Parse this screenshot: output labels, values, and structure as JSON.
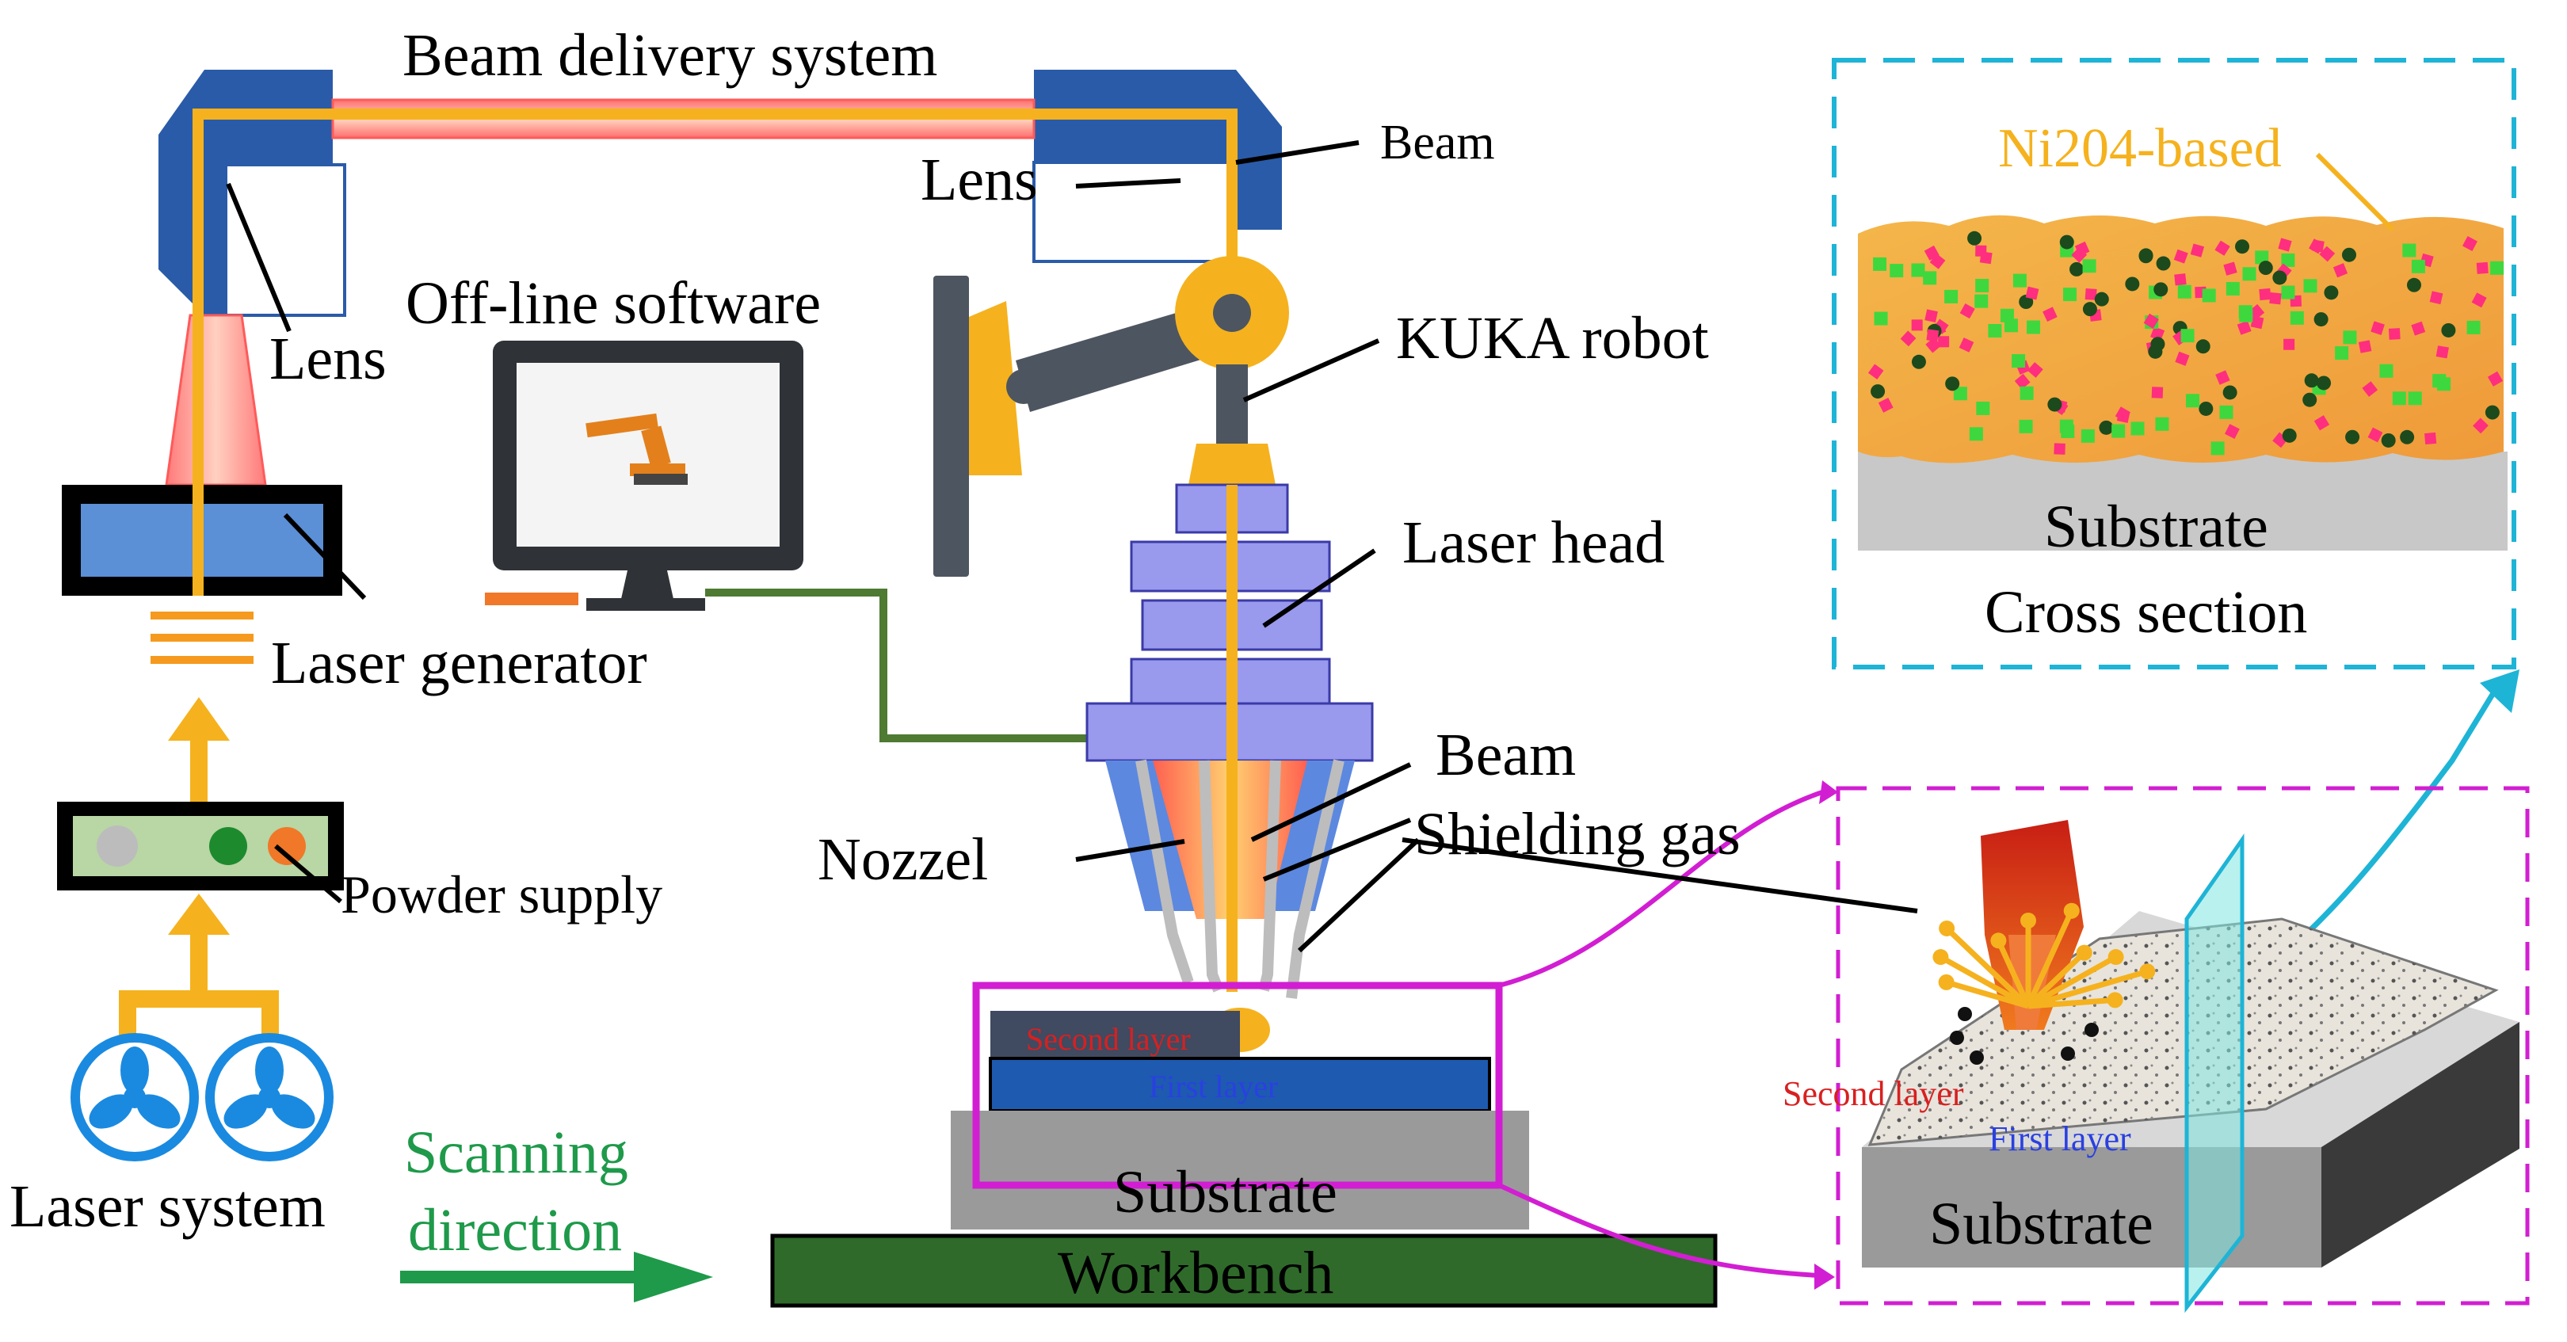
{
  "labels": {
    "beam_delivery_system": "Beam delivery system",
    "lens_left": "Lens",
    "lens_right": "Lens",
    "beam_top": "Beam",
    "offline_software": "Off-line software",
    "kuka_robot": "KUKA robot",
    "laser_head": "Laser head",
    "laser_generator": "Laser generator",
    "beam_mid": "Beam",
    "shielding_gas": "Shielding gas",
    "nozzel": "Nozzel",
    "powder_supply": "Powder supply",
    "laser_system": "Laser system",
    "scanning_direction_1": "Scanning",
    "scanning_direction_2": "direction",
    "second_layer": "Second layer",
    "first_layer": "First layer",
    "substrate": "Substrate",
    "workbench": "Workbench"
  },
  "cross_section": {
    "material": "Ni204-based",
    "substrate": "Substrate",
    "caption": "Cross section"
  },
  "zoom": {
    "second_layer": "Second layer",
    "first_layer": "First layer",
    "substrate": "Substrate"
  },
  "colors": {
    "frame_blue": "#2a5ba8",
    "beam_orange": "#f5b21e",
    "laser_head": "#9999ee",
    "nozzle_blue": "#5c88e0",
    "robot_grey": "#4d5560",
    "cable_green": "#4e7a32",
    "magenta": "#d21ed2",
    "cyan": "#1eb4d6",
    "workbench": "#2f6a2a",
    "substrate": "#9a9a9a",
    "scanning_green": "#1e9a4a"
  }
}
